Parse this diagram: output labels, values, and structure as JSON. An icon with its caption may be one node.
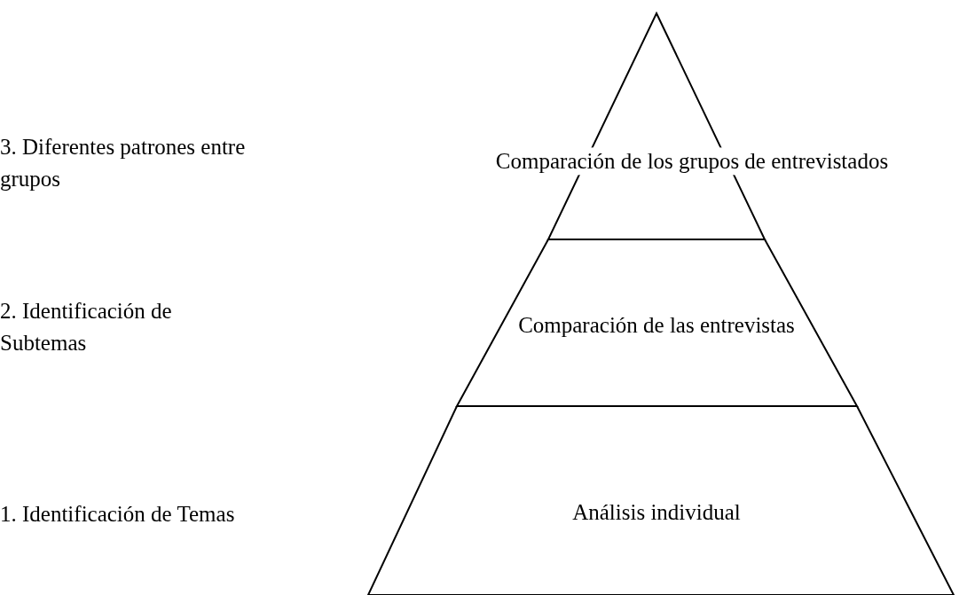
{
  "diagram": {
    "nodes": [
      {
        "text": [
          "Comparación de los grupos de entrevistados"
        ]
      },
      {
        "text": [
          "Comparación de las entrevistas"
        ]
      },
      {
        "text": [
          "Análisis individual"
        ]
      }
    ],
    "labels": [
      "3. Diferentes patrones entre grupos",
      "2. Identificación de Subtemas",
      "1. Identificación de Temas"
    ]
  }
}
